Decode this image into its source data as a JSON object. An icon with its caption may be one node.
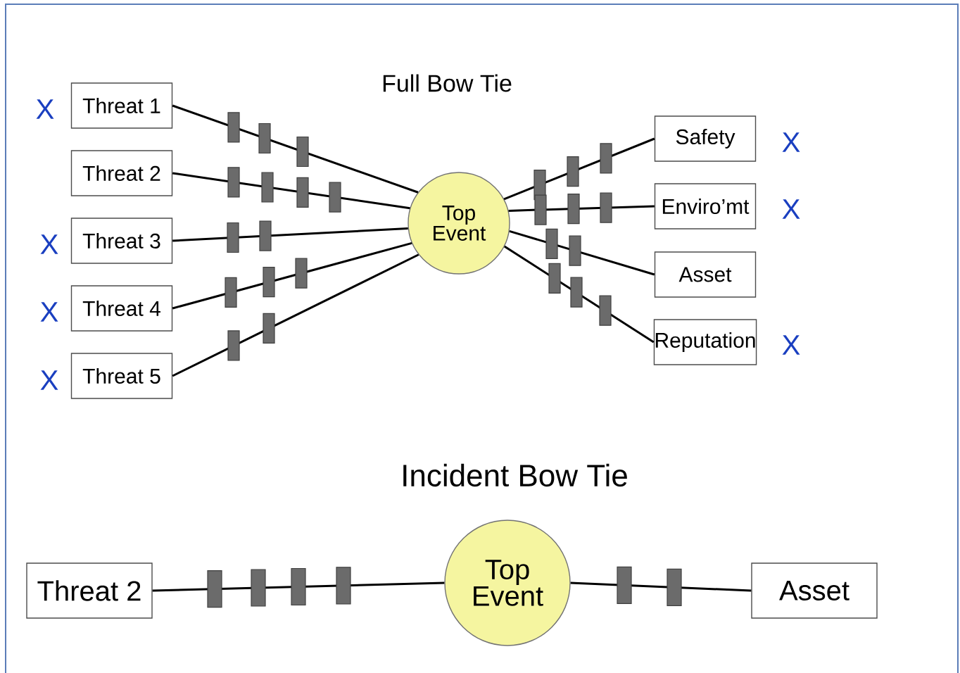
{
  "diagram": {
    "nodes": [
      {
        "text": [
          "Threat 1"
        ]
      },
      {
        "text": [
          "Threat 2"
        ]
      },
      {
        "text": [
          "Threat 3"
        ]
      },
      {
        "text": [
          "Threat 4"
        ]
      },
      {
        "text": [
          "Threat 5"
        ]
      },
      {
        "text": [
          "Top Event"
        ]
      },
      {
        "text": [
          "Safety"
        ]
      },
      {
        "text": [
          "Enviro’mt"
        ]
      },
      {
        "text": [
          "Asset"
        ]
      },
      {
        "text": [
          "Reputation"
        ]
      },
      {
        "text": [
          "Threat 2"
        ]
      },
      {
        "text": [
          "Top Event"
        ]
      },
      {
        "text": [
          "Asset"
        ]
      }
    ],
    "edges": [
      {
        "from": 0,
        "to": 5,
        "arrow": "none"
      },
      {
        "from": 1,
        "to": 5,
        "arrow": "none"
      },
      {
        "from": 2,
        "to": 5,
        "arrow": "none"
      },
      {
        "from": 3,
        "to": 5,
        "arrow": "none"
      },
      {
        "from": 4,
        "to": 5,
        "arrow": "none"
      },
      {
        "from": 5,
        "to": 6,
        "arrow": "none"
      },
      {
        "from": 5,
        "to": 7,
        "arrow": "none"
      },
      {
        "from": 5,
        "to": 8,
        "arrow": "none"
      },
      {
        "from": 5,
        "to": 9,
        "arrow": "none"
      },
      {
        "from": 10,
        "to": 11,
        "arrow": "none"
      },
      {
        "from": 11,
        "to": 12,
        "arrow": "none"
      }
    ],
    "labels": [
      "Full Bow Tie",
      "X",
      "X",
      "X",
      "X",
      "X",
      "X",
      "X",
      "Incident Bow Tie"
    ]
  }
}
